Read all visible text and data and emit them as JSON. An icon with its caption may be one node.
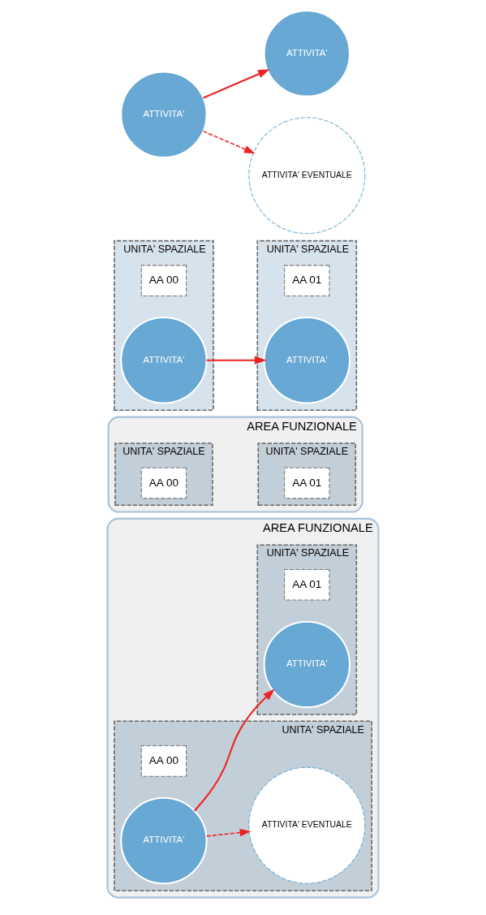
{
  "diagram": {
    "nodes": [
      {
        "text": [
          "ATTIVITA' EVENTUALE"
        ]
      },
      {
        "text": [
          "ATTIVITA'"
        ]
      },
      {
        "text": [
          "ATTIVITA'"
        ]
      },
      {
        "text": [
          "UNITA' SPAZIALE"
        ]
      },
      {
        "text": [
          "AA 00"
        ],
        "in": 3
      },
      {
        "text": [
          "ATTIVITA'"
        ],
        "in": 3
      },
      {
        "text": [
          "UNITA' SPAZIALE"
        ]
      },
      {
        "text": [
          "AA 01"
        ],
        "in": 6
      },
      {
        "text": [
          "ATTIVITA'"
        ],
        "in": 6
      },
      {
        "text": [
          "AREA FUNZIONALE"
        ]
      },
      {
        "text": [
          "UNITA' SPAZIALE"
        ],
        "in": 9
      },
      {
        "text": [
          "AA 00"
        ],
        "in": 10
      },
      {
        "text": [
          "UNITA' SPAZIALE"
        ],
        "in": 9
      },
      {
        "text": [
          "AA 01"
        ],
        "in": 12
      },
      {
        "text": [
          "AREA FUNZIONALE"
        ]
      },
      {
        "text": [
          "UNITA' SPAZIALE"
        ],
        "in": 14
      },
      {
        "text": [
          "AA 00"
        ],
        "in": 15
      },
      {
        "text": [
          "ATTIVITA' EVENTUALE"
        ],
        "in": 15
      },
      {
        "text": [
          "ATTIVITA'"
        ],
        "in": 15
      },
      {
        "text": [
          "UNITA' SPAZIALE"
        ],
        "in": 14
      },
      {
        "text": [
          "AA 01"
        ],
        "in": 19
      },
      {
        "text": [
          "ATTIVITA'"
        ],
        "in": 19
      }
    ],
    "edges": [
      {
        "from": 1,
        "to": 0,
        "arrow": "to",
        "style": "dashed"
      },
      {
        "from": 1,
        "to": 2,
        "arrow": "to"
      },
      {
        "from": 5,
        "to": 8,
        "arrow": "to"
      },
      {
        "from": 18,
        "to": 17,
        "arrow": "to",
        "style": "dashed"
      },
      {
        "from": 18,
        "to": 21,
        "arrow": "to"
      }
    ]
  }
}
